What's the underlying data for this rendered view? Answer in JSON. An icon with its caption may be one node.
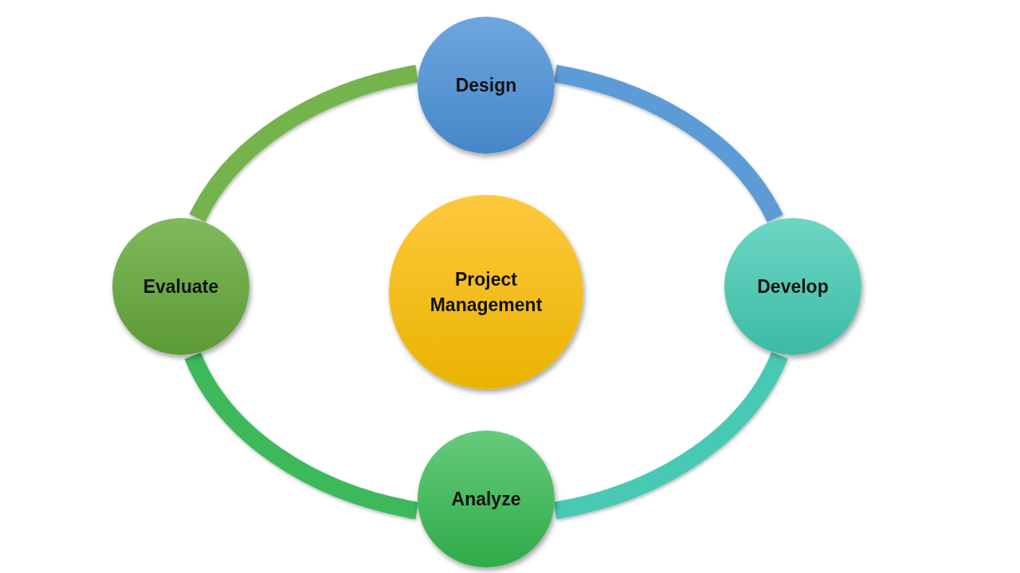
{
  "diagram": {
    "nodes": [
      {
        "text": [
          "Design"
        ]
      },
      {
        "text": [
          "Develop"
        ]
      },
      {
        "text": [
          "Analyze"
        ]
      },
      {
        "text": [
          "Evaluate"
        ]
      },
      {
        "text": [
          "Project Management"
        ]
      }
    ],
    "edges": [
      {
        "from": 0,
        "to": 1,
        "arrow": "none",
        "color": "#5b9bd5"
      },
      {
        "from": 1,
        "to": 2,
        "arrow": "none",
        "color": "#47c9b4"
      },
      {
        "from": 2,
        "to": 3,
        "arrow": "none",
        "color": "#3cb85a"
      },
      {
        "from": 3,
        "to": 0,
        "arrow": "none",
        "color": "#74b44e"
      }
    ]
  }
}
